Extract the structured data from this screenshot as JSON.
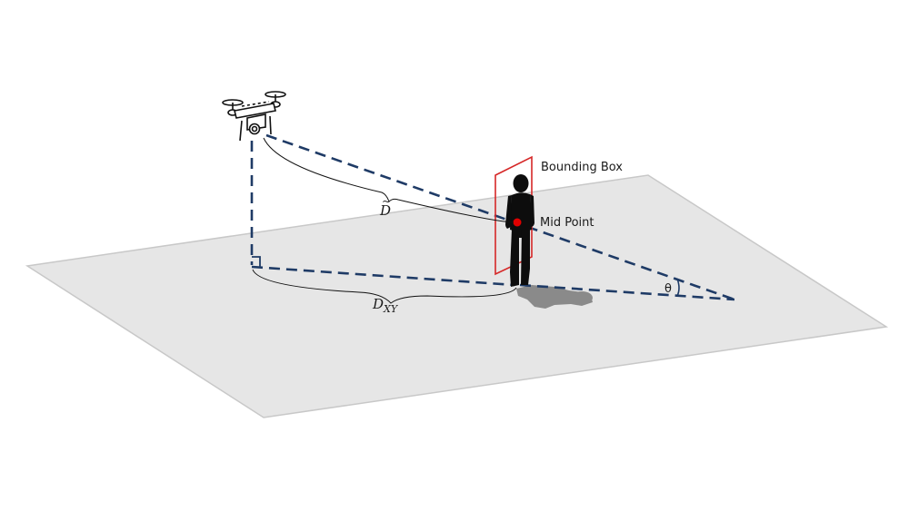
{
  "labels": {
    "bounding_box": "Bounding Box",
    "mid_point": "Mid Point",
    "d_hat": "D",
    "d_hat_accent": "~",
    "d_xy_main": "D",
    "d_xy_sub": "XY",
    "theta": "θ"
  },
  "colors": {
    "ground": "#e6e6e6",
    "ground_edge": "#c8c8c8",
    "dashed_line": "#1f3b66",
    "bounding_box": "#d62828",
    "mid_point": "#e00000",
    "person": "#0d0d0d",
    "shadow": "#8a8a8a"
  },
  "icons": [
    "drone-icon",
    "person-icon",
    "shadow-icon",
    "right-angle-icon"
  ]
}
